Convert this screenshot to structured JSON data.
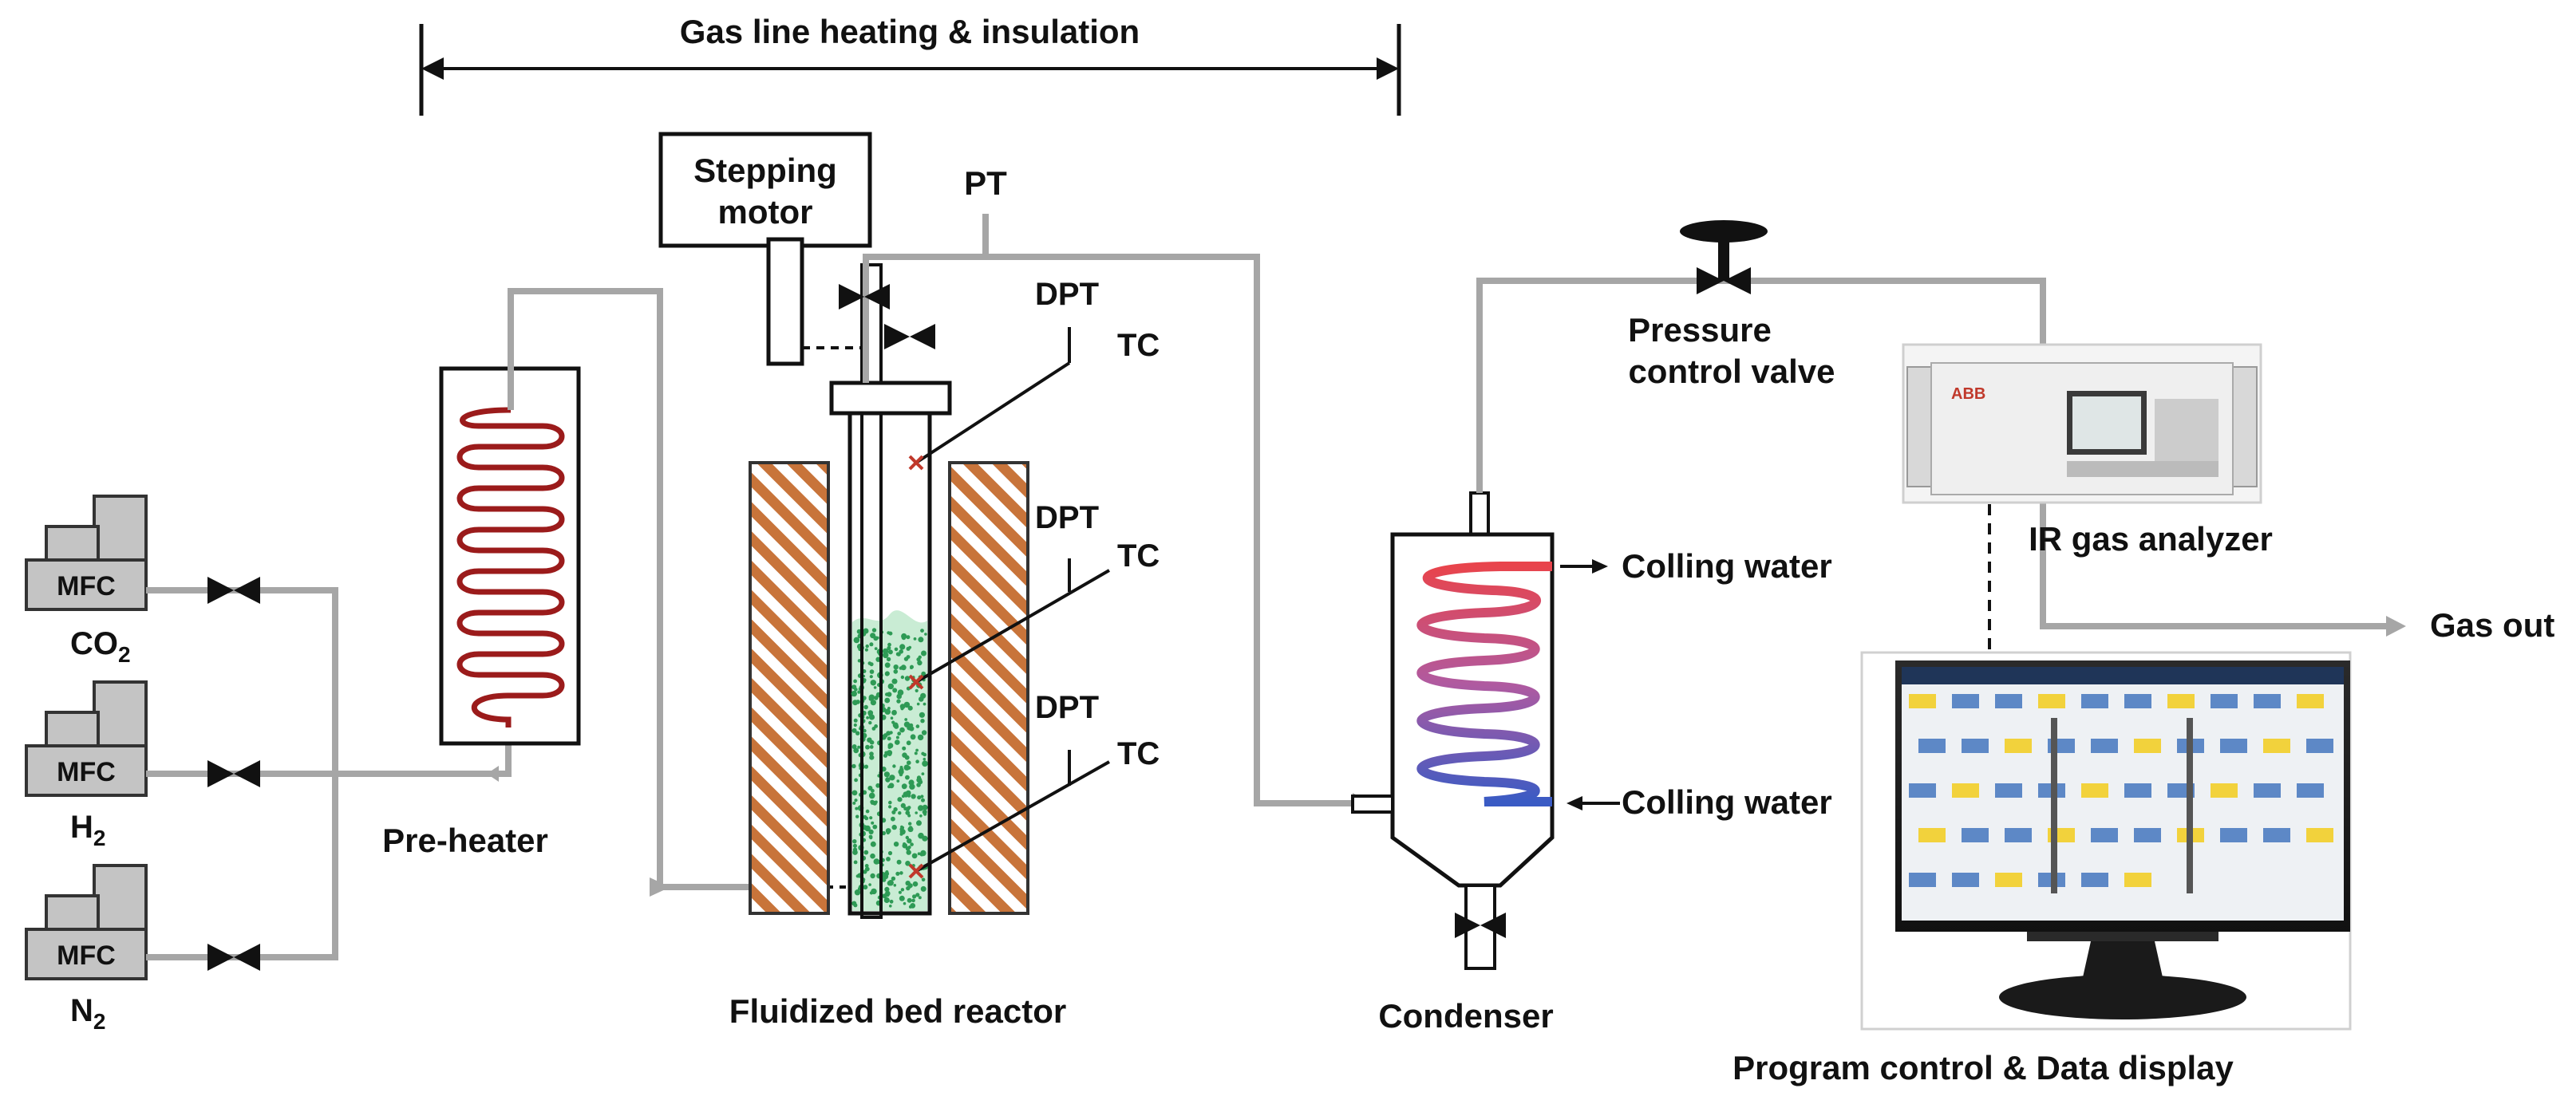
{
  "labels": {
    "gas_line": "Gas line heating & insulation",
    "stepping_motor_line1": "Stepping",
    "stepping_motor_line2": "motor",
    "pt": "PT",
    "dpt": "DPT",
    "tc": "TC",
    "mfc": "MFC",
    "co2": "CO",
    "co2_sub": "2",
    "h2": "H",
    "h2_sub": "2",
    "n2": "N",
    "n2_sub": "2",
    "pre_heater": "Pre-heater",
    "fluidized_bed_reactor": "Fluidized bed reactor",
    "condenser": "Condenser",
    "pressure_valve_line1": "Pressure",
    "pressure_valve_line2": "control valve",
    "cooling_water_out": "Colling water",
    "cooling_water_in": "Colling water",
    "ir_analyzer": "IR gas analyzer",
    "gas_out": "Gas out",
    "program_control": "Program control & Data display",
    "analyzer_brand": "ABB"
  },
  "colors": {
    "pipe": "#a6a6a6",
    "heater_coil": "#9b1b1b",
    "furnace_hatch": "#c8743a",
    "bed_particles": "#2e9a55",
    "coil_hot": "#e8444c",
    "coil_cold": "#3a5bc4",
    "thermocouple_tip": "#c0392b"
  },
  "icons": {
    "valves": "bowtie-valve-icon",
    "arrows": "flow-arrow-icon"
  }
}
